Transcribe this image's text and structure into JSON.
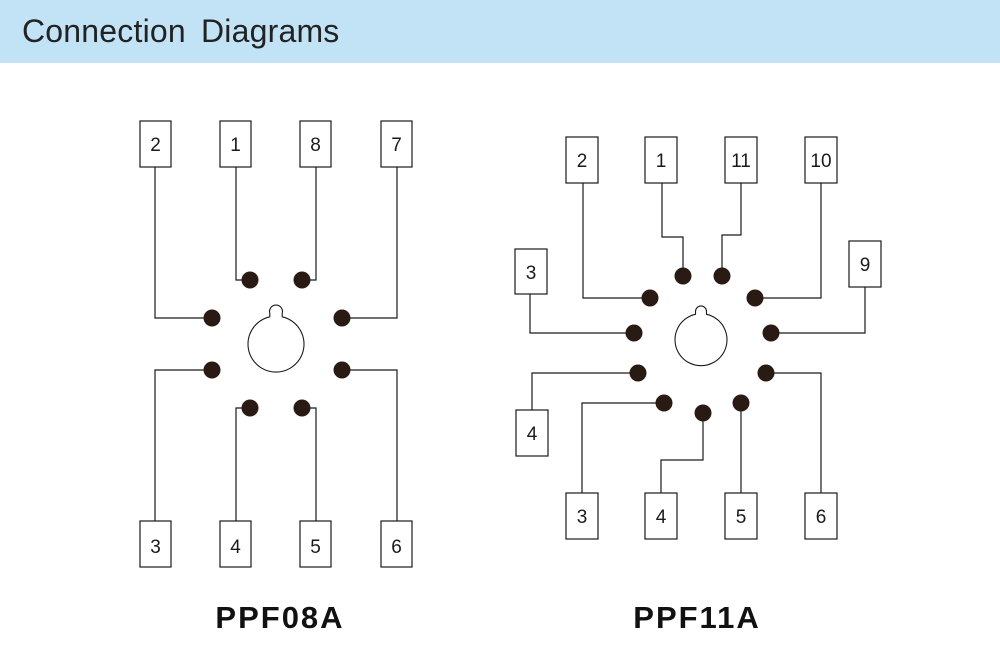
{
  "header": {
    "title": "Connection  Diagrams"
  },
  "diagrams": [
    {
      "model": "PPF08A",
      "pins": [
        "2",
        "1",
        "8",
        "7",
        "3",
        "4",
        "5",
        "6"
      ]
    },
    {
      "model": "PPF11A",
      "pins": [
        "2",
        "1",
        "11",
        "10",
        "9",
        "3",
        "4",
        "3",
        "4",
        "5",
        "6"
      ]
    }
  ],
  "colors": {
    "header_bg": "#c2e2f5",
    "line": "#1a1a1a",
    "dot": "#2a1a14"
  }
}
